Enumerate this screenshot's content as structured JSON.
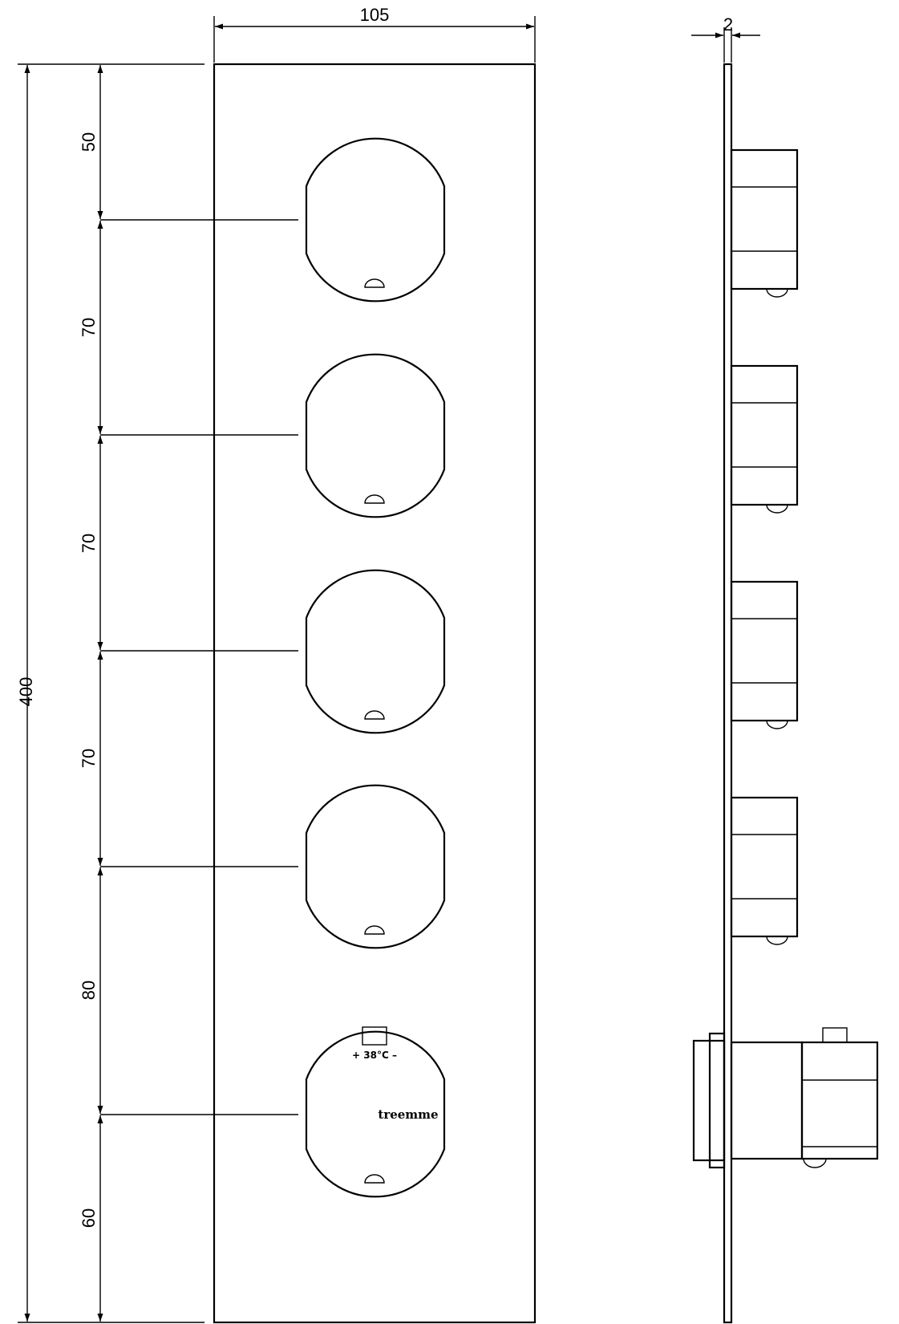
{
  "dimensions": {
    "width": "105",
    "depth": "2",
    "height": "400",
    "spacings": [
      "50",
      "70",
      "70",
      "70",
      "80",
      "60"
    ]
  },
  "labels": {
    "temperature": "+ 38°C –",
    "brand": "treemme"
  },
  "knob_count": 4,
  "colors": {
    "line": "#000000",
    "background": "#ffffff"
  }
}
